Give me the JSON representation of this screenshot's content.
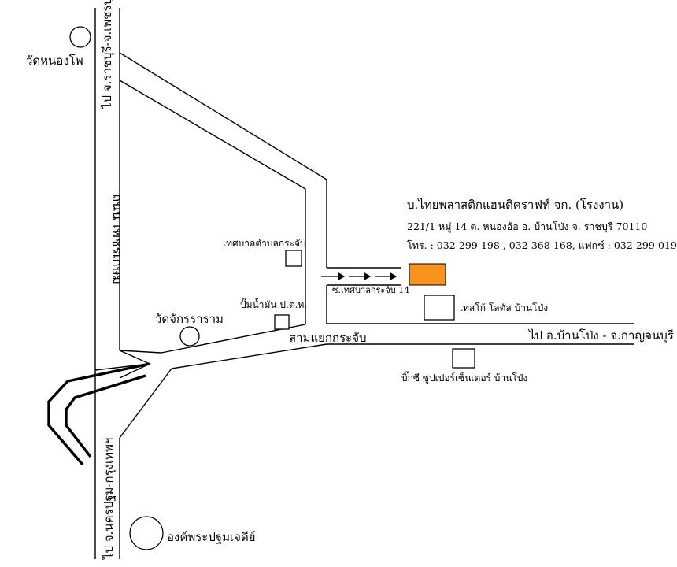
{
  "company": {
    "name": "บ.ไทยพลาสติกแฮนดิคราฟท์ จก. (โรงงาน)",
    "address": "221/1 หมู่ 14 ต. หนองอ้อ อ. บ้านโป่ง จ. ราชบุรี  70110",
    "contact": "โทร. : 032-299-198 , 032-368-168,  แฟกซ์ : 032-299-019"
  },
  "marker_color": "#f7931e",
  "roads": {
    "to_petchaburi": "ไป จ.ราชบุรี-จ.เพชรบุรี",
    "petchkasem": "ถนน เพชรเกษม",
    "to_bangkok": "ไป จ.นครปฐม-กรุงเทพฯ",
    "soi": "ซ.เทศบาลกระจับ 14",
    "to_banpong": "ไป อ.บ้านโป่ง - จ.กาญจนบุรี",
    "intersection": "สามแยกกระจับ"
  },
  "landmarks": {
    "wat_nong_pho": "วัดหนองโพ",
    "municipality": "เทศบาลตำบลกระจับ",
    "ptt": "ปั๊มน้ำมัน ป.ต.ท.",
    "wat_chak": "วัดจักรราราม",
    "tesco": "เทสโก้ โลตัส บ้านโป่ง",
    "bigc": "บิ๊กซี ซูปเปอร์เซ็นเตอร์ บ้านโป่ง",
    "pathom": "องค์พระปฐมเจดีย์"
  }
}
